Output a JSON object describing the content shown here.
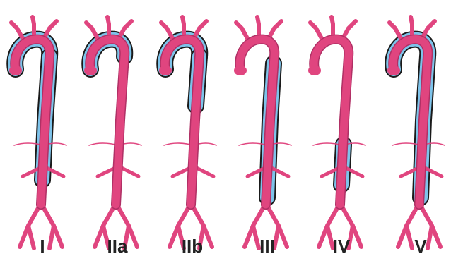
{
  "figure": {
    "colors": {
      "vessel": "#e0457f",
      "vessel_shadow": "#b03065",
      "dissection": "#7ec3ea",
      "outline": "#1a1a1a",
      "background": "#ffffff"
    },
    "panels": [
      {
        "id": "type-I",
        "label": "I",
        "dissection_extent": "ascending-arch-descending"
      },
      {
        "id": "type-IIa",
        "label": "IIa",
        "dissection_extent": "ascending-arch"
      },
      {
        "id": "type-IIb",
        "label": "IIb",
        "dissection_extent": "ascending-arch-descending-thoracic"
      },
      {
        "id": "type-III",
        "label": "III",
        "dissection_extent": "descending-thoracoabdominal"
      },
      {
        "id": "type-IV",
        "label": "IV",
        "dissection_extent": "abdominal"
      },
      {
        "id": "type-V",
        "label": "V",
        "dissection_extent": "entire-aorta"
      }
    ]
  }
}
